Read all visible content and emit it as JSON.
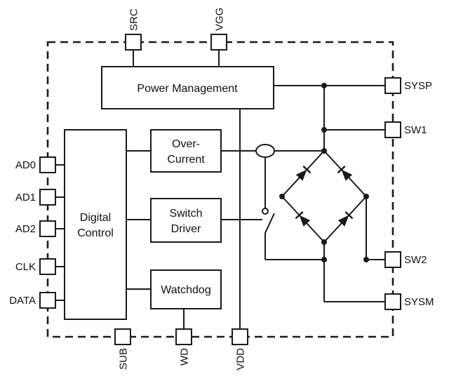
{
  "diagram": {
    "type": "ic-block-diagram",
    "colors": {
      "line": "#1a1a1a",
      "background": "#ffffff",
      "block_fill": "#ffffff"
    },
    "blocks": {
      "power_management": {
        "label": "Power Management"
      },
      "digital_control": {
        "line1": "Digital",
        "line2": "Control"
      },
      "over_current": {
        "line1": "Over-",
        "line2": "Current"
      },
      "switch_driver": {
        "line1": "Switch",
        "line2": "Driver"
      },
      "watchdog": {
        "label": "Watchdog"
      }
    },
    "pins": {
      "top": [
        {
          "label": "SRC"
        },
        {
          "label": "VGG"
        }
      ],
      "right": [
        {
          "label": "SYSP"
        },
        {
          "label": "SW1"
        },
        {
          "label": "SW2"
        },
        {
          "label": "SYSM"
        }
      ],
      "left": [
        {
          "label": "AD0"
        },
        {
          "label": "AD1"
        },
        {
          "label": "AD2"
        },
        {
          "label": "CLK"
        },
        {
          "label": "DATA"
        }
      ],
      "bottom": [
        {
          "label": "SUB"
        },
        {
          "label": "WD"
        },
        {
          "label": "VDD"
        }
      ]
    },
    "components": {
      "current_sensor": "current-sense-ellipse",
      "internal_switch": "open-switch-symbol",
      "bridge": "diode-bridge-4"
    }
  }
}
